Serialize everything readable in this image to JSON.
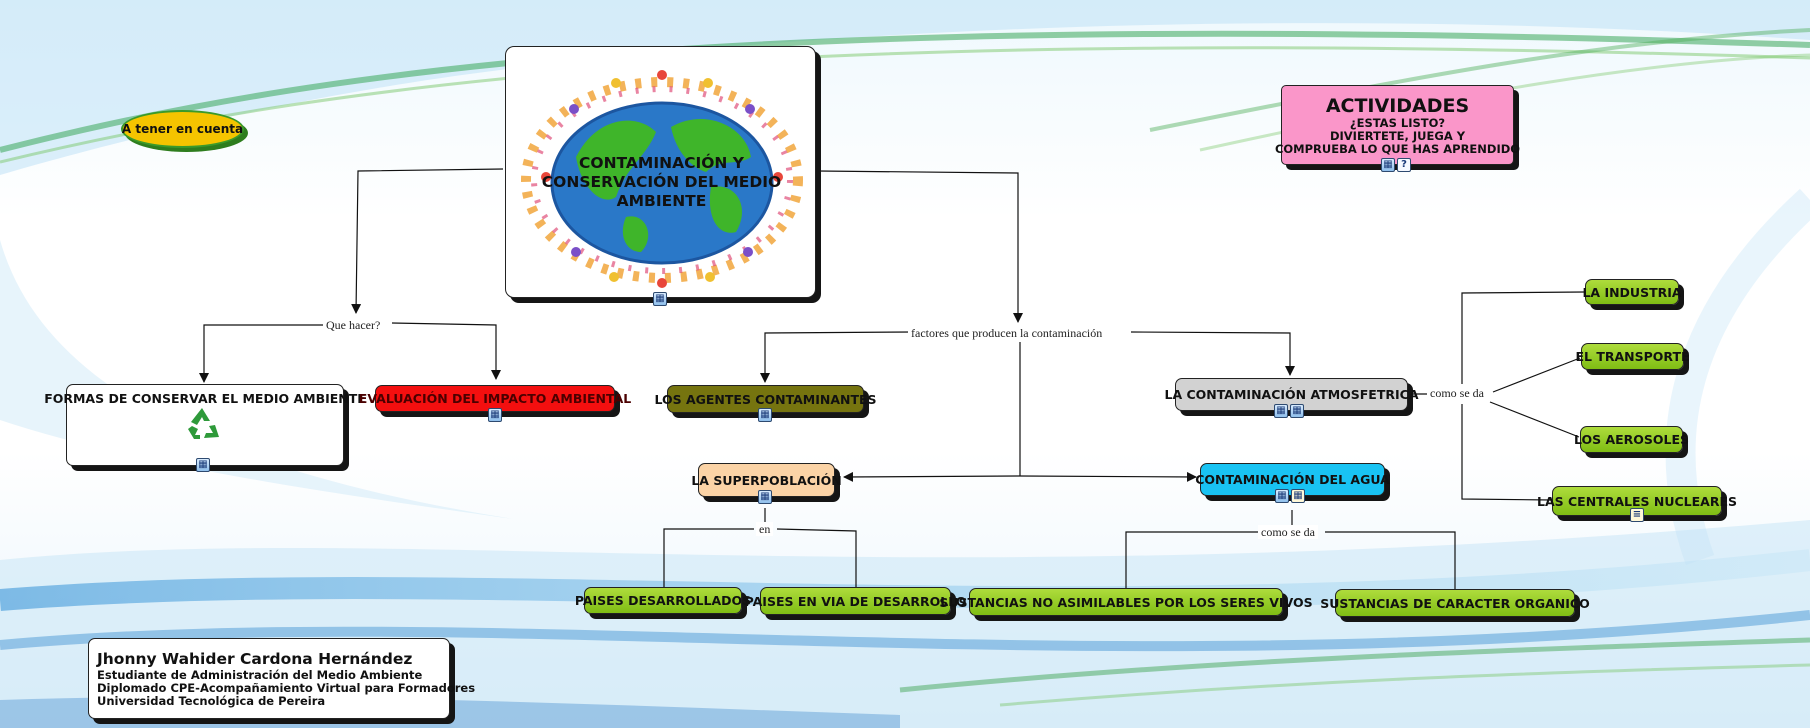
{
  "main_topic": {
    "title": "CONTAMINACIÓN Y CONSERVACIÓN DEL MEDIO AMBIENTE"
  },
  "tip": {
    "label": "A tener en cuenta"
  },
  "activities": {
    "title": "ACTIVIDADES",
    "line1": "¿ESTAS LISTO?",
    "line2": "DIVIERTETE, JUEGA Y",
    "line3": "COMPRUEBA LO QUE HAS APRENDIDO"
  },
  "linking_phrases": {
    "que_hacer": "Que hacer?",
    "factores": "factores que producen la contaminación",
    "como_se_da_aire": "como se da",
    "como_se_da_agua": "como se da",
    "en": "en"
  },
  "concepts": {
    "formas": "FORMAS DE CONSERVAR EL MEDIO AMBIENTE",
    "evaluacion": "EVALUACIÓN DEL IMPACTO AMBIENTAL",
    "agentes": "LOS AGENTES CONTAMINANTES",
    "atmosferica": "LA CONTAMINACIÓN ATMOSFETRICA",
    "superpoblacion": "LA SUPERPOBLACIÓN",
    "agua": "CONTAMINACIÓN DEL AGUA",
    "industria": "LA INDUSTRIA",
    "transporte": "EL TRANSPORTE",
    "aerosoles": "LOS AEROSOLES",
    "centrales": "LAS CENTRALES NUCLEARES",
    "desarrollados": "PAISES DESARROLLADOS",
    "en_desarrollo": "PAISES EN VIA DE DESARROLLO",
    "no_asimilables": "SUSTANCIAS NO ASIMILABLES POR LOS SERES VIVOS",
    "organico": "SUSTANCIAS DE CARACTER ORGANICO"
  },
  "author": {
    "name": "Jhonny Wahider Cardona Hernández",
    "line1": "Estudiante de Administración del Medio Ambiente",
    "line2": "Diplomado CPE-Acompañamiento Virtual para Formadores",
    "line3": "Universidad Tecnológica de Pereira"
  },
  "colors": {
    "green_node": "#8cc820",
    "olive_node": "#76740f",
    "red_node": "#f40f0f",
    "peach_node": "#fbd3a6",
    "cyan_node": "#19c3f3",
    "gray_node": "#d2d2d2",
    "pink_node": "#fa96c9",
    "tip_node": "#f5c400",
    "ocean": "#2a78c8",
    "land": "#3fb52a"
  },
  "icons": {
    "resource_image": "image-resource-icon",
    "resource_document": "document-resource-icon",
    "resource_help": "help-resource-icon",
    "recycle": "recycle-icon",
    "globe": "globe-with-children-icon"
  }
}
